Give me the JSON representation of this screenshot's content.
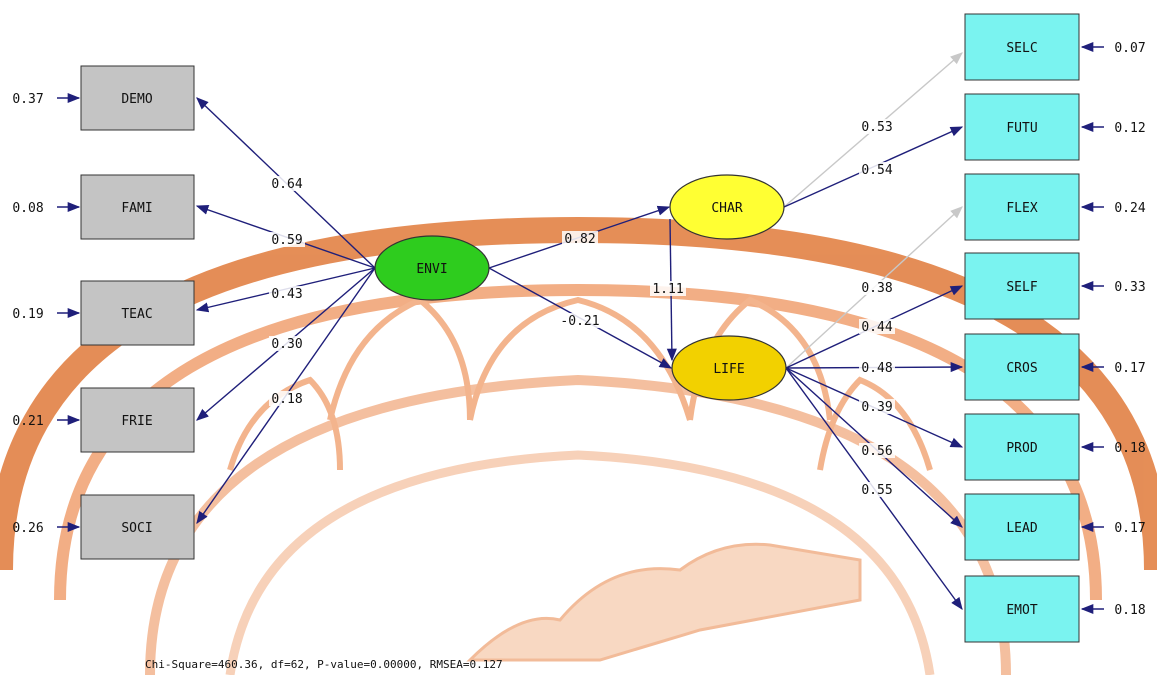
{
  "diagram": {
    "fit_statistics": "Chi-Square=460.36, df=62, P-value=0.00000, RMSEA=0.127",
    "colors": {
      "envi": "#2ecc1e",
      "char": "#ffff33",
      "life": "#f2d100",
      "left_box": "#c4c4c4",
      "right_box": "#7af3f0",
      "arrow": "#1f1f7a",
      "arrow_light": "#c8c8c8",
      "watermark": "#e87840"
    },
    "latent": [
      {
        "id": "ENVI",
        "label": "ENVI"
      },
      {
        "id": "CHAR",
        "label": "CHAR"
      },
      {
        "id": "LIFE",
        "label": "LIFE"
      }
    ],
    "left_indicators": [
      {
        "label": "DEMO",
        "loading": "0.64",
        "error": "0.37"
      },
      {
        "label": "FAMI",
        "loading": "0.59",
        "error": "0.08"
      },
      {
        "label": "TEAC",
        "loading": "0.43",
        "error": "0.19"
      },
      {
        "label": "FRIE",
        "loading": "0.30",
        "error": "0.21"
      },
      {
        "label": "SOCI",
        "loading": "0.18",
        "error": "0.26"
      }
    ],
    "right_indicators": [
      {
        "label": "SELC",
        "loading": "0.53",
        "error": "0.07"
      },
      {
        "label": "FUTU",
        "loading": "0.54",
        "error": "0.12"
      },
      {
        "label": "FLEX",
        "loading": "0.38",
        "error": "0.24"
      },
      {
        "label": "SELF",
        "loading": "0.44",
        "error": "0.33"
      },
      {
        "label": "CROS",
        "loading": "0.48",
        "error": "0.17"
      },
      {
        "label": "PROD",
        "loading": "0.39",
        "error": "0.18"
      },
      {
        "label": "LEAD",
        "loading": "0.56",
        "error": "0.17"
      },
      {
        "label": "EMOT",
        "loading": "0.55",
        "error": "0.18"
      }
    ],
    "structural_paths": {
      "envi_char": "0.82",
      "envi_life": "-0.21",
      "char_life": "1.11"
    }
  }
}
